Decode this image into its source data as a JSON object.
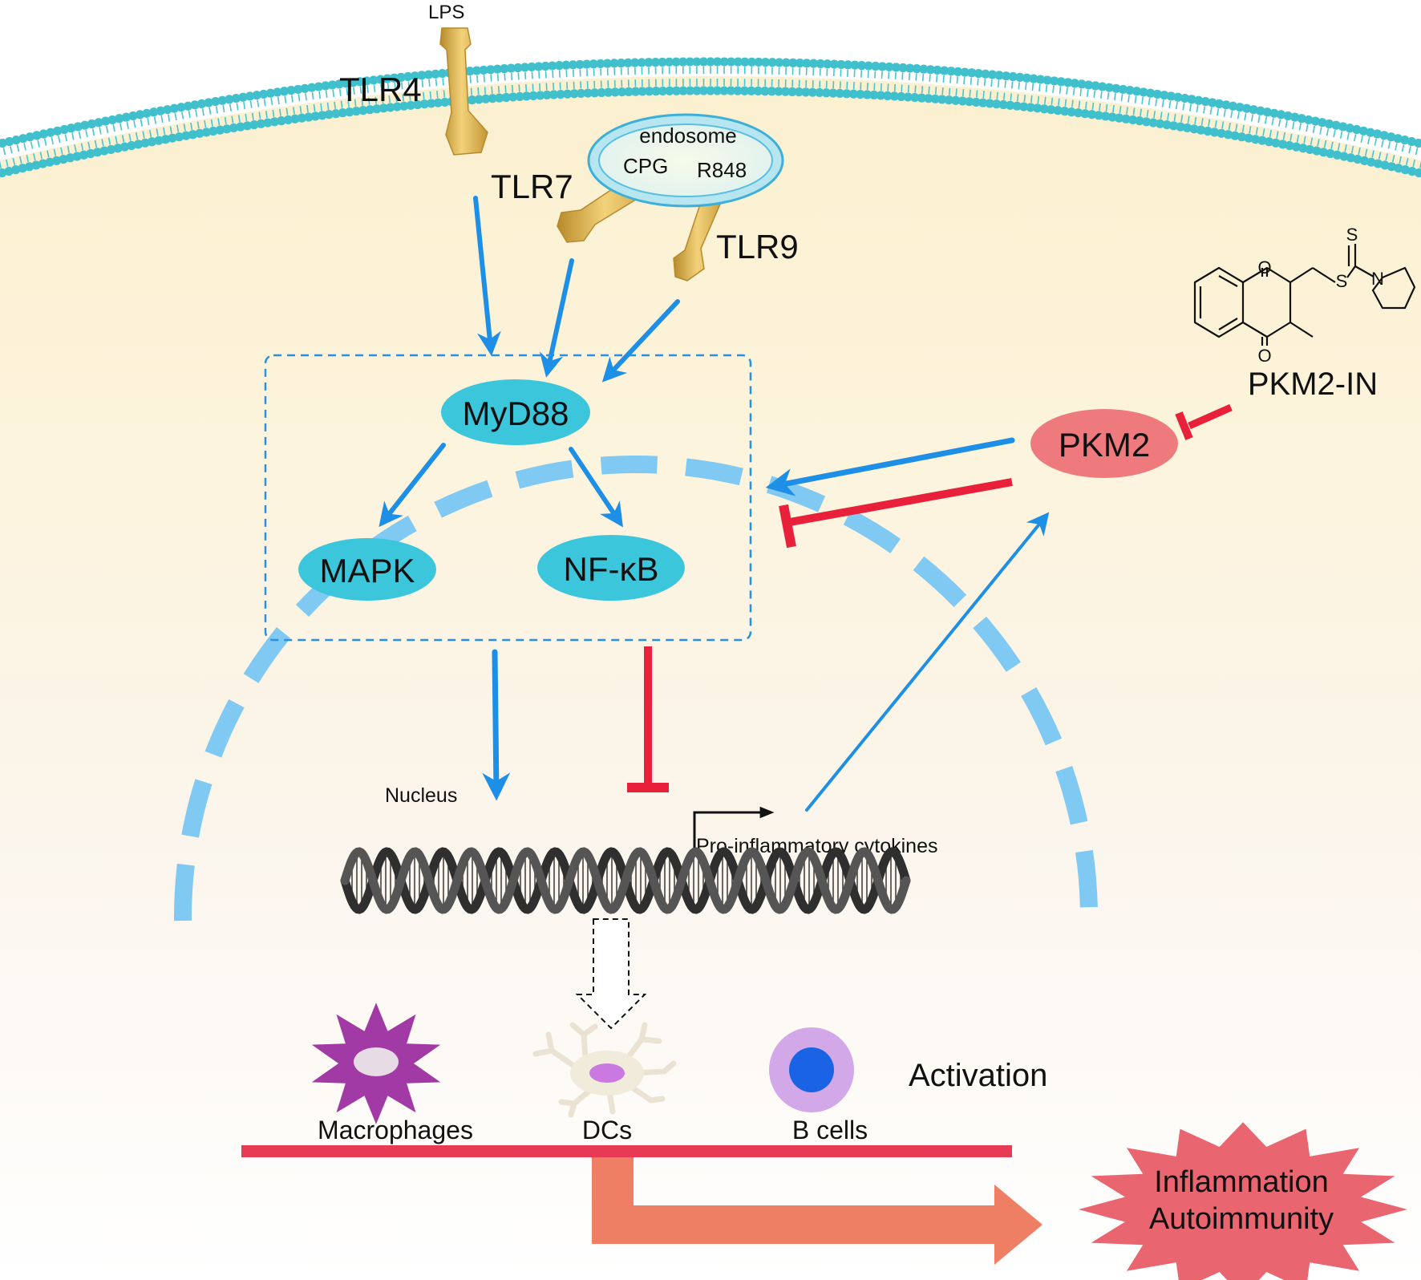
{
  "labels": {
    "lps": "LPS",
    "tlr4": "TLR4",
    "tlr7": "TLR7",
    "tlr9": "TLR9",
    "endosome": "endosome",
    "cpg": "CPG",
    "r848": "R848",
    "myd88": "MyD88",
    "mapk": "MAPK",
    "nfkb": "NF-κB",
    "pkm2": "PKM2",
    "pkm2_in": "PKM2-IN",
    "nucleus": "Nucleus",
    "cytokines": "Pro-inflammatory cytokines",
    "macrophages": "Macrophages",
    "dcs": "DCs",
    "bcells": "B cells",
    "activation": "Activation",
    "inflammation": "Inflammation",
    "autoimmunity": "Autoimmunity"
  },
  "molecule_atoms": {
    "o_top": "O",
    "o_bottom": "O",
    "s_thione": "S",
    "s_link": "S",
    "n_ring": "N"
  },
  "colors": {
    "activation_arrow": "#1e8fe6",
    "inhibition": "#e8203a",
    "node_fill": "#3bc6dc",
    "pkm2_fill": "#ee7a7e",
    "receptor": "#d9b04c",
    "membrane": "#40c0cd",
    "cytoplasm": "#fbf1d2",
    "nucleus_envelope": "#7ec8f2",
    "output_bar": "#e63a55",
    "output_arrow": "#ee7f64",
    "starburst": "#e9656f"
  }
}
